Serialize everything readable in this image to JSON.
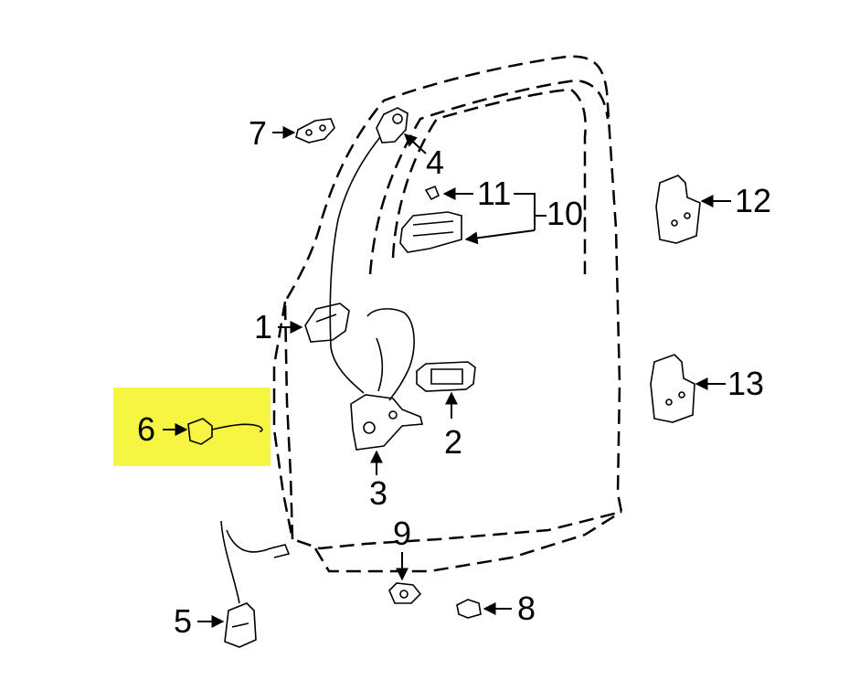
{
  "diagram": {
    "highlight_color": "#f5f542",
    "line_color": "#000000",
    "callouts": [
      {
        "id": "1",
        "text": "1"
      },
      {
        "id": "2",
        "text": "2"
      },
      {
        "id": "3",
        "text": "3"
      },
      {
        "id": "4",
        "text": "4"
      },
      {
        "id": "5",
        "text": "5"
      },
      {
        "id": "6",
        "text": "6",
        "highlighted": true
      },
      {
        "id": "7",
        "text": "7"
      },
      {
        "id": "8",
        "text": "8"
      },
      {
        "id": "9",
        "text": "9"
      },
      {
        "id": "10",
        "text": "10"
      },
      {
        "id": "11",
        "text": "11"
      },
      {
        "id": "12",
        "text": "12"
      },
      {
        "id": "13",
        "text": "13"
      }
    ]
  }
}
